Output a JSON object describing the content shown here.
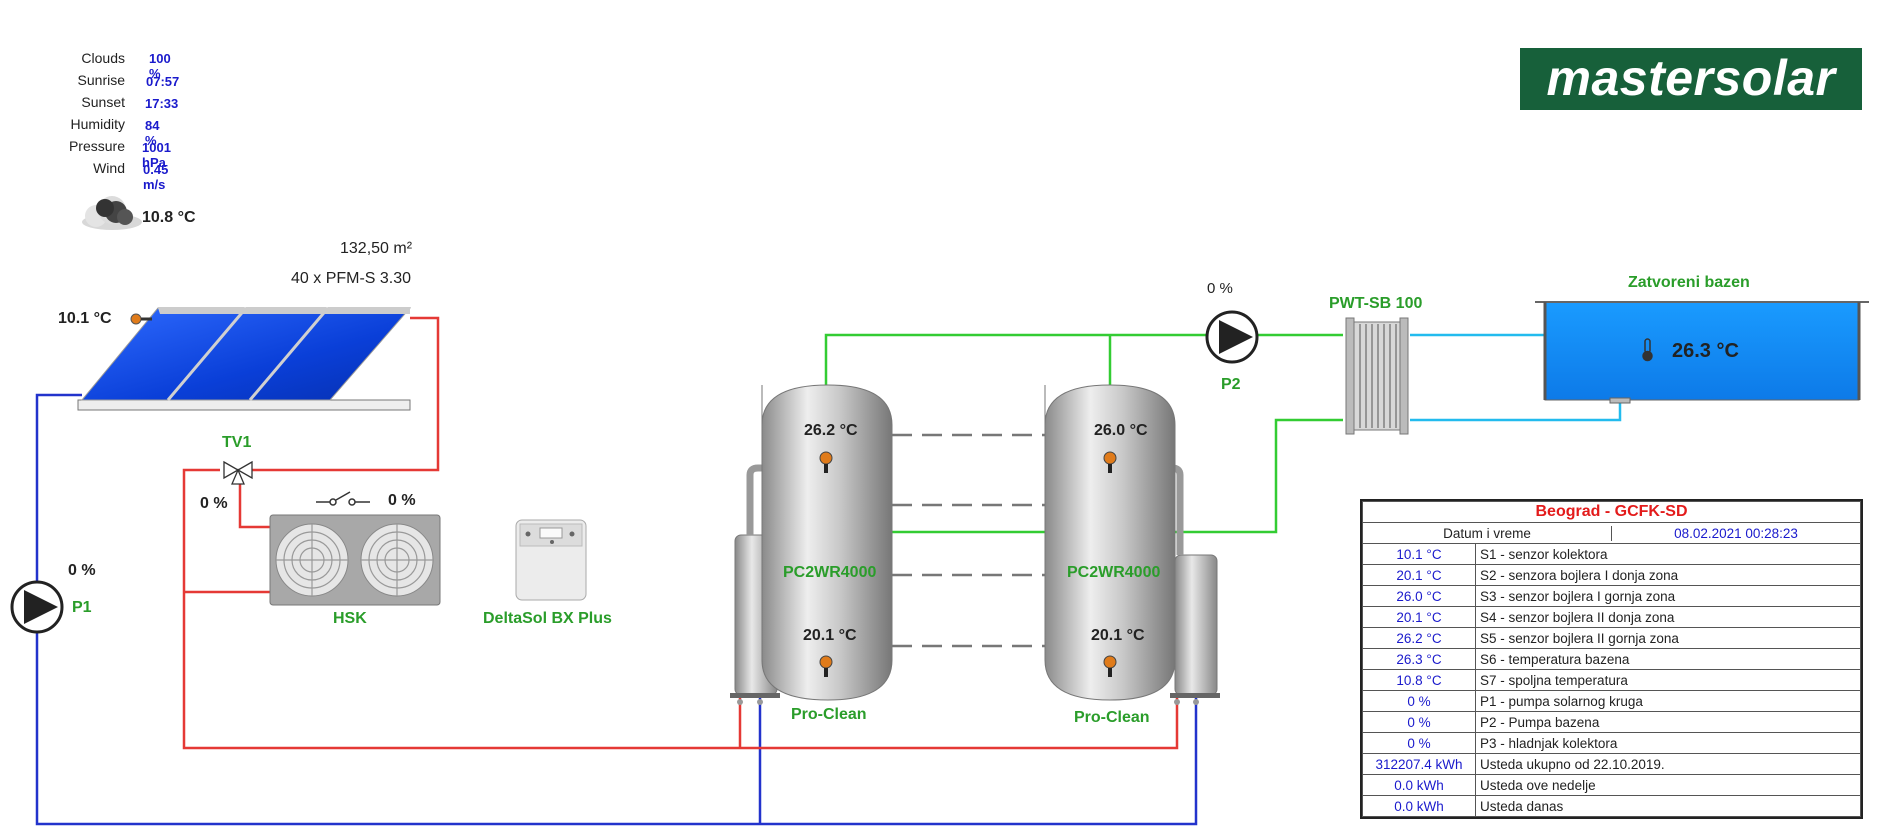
{
  "weather": {
    "rows": [
      {
        "label": "Clouds",
        "value": "100 %"
      },
      {
        "label": "Sunrise",
        "value": "07:57"
      },
      {
        "label": "Sunset",
        "value": "17:33"
      },
      {
        "label": "Humidity",
        "value": "84 %"
      },
      {
        "label": "Pressure",
        "value": "1001 hPa"
      },
      {
        "label": "Wind",
        "value": "0.45 m/s"
      }
    ],
    "temperature": "10.8 °C",
    "icon": "cloud-icon"
  },
  "logo": "mastersolar",
  "collector": {
    "area": "132,50 m²",
    "model": "40 x PFM-S 3.30",
    "temp": "10.1 °C"
  },
  "valve": {
    "name": "TV1",
    "value": "0 %"
  },
  "hsk": {
    "name": "HSK",
    "value": "0 %"
  },
  "controller": {
    "name": "DeltaSol BX Plus"
  },
  "pump1": {
    "name": "P1",
    "value": "0 %"
  },
  "pump2": {
    "name": "P2",
    "value": "0 %"
  },
  "tank1": {
    "model": "PC2WR4000",
    "top_temp": "26.2 °C",
    "bottom_temp": "20.1 °C",
    "label": "Pro-Clean"
  },
  "tank2": {
    "model": "PC2WR4000",
    "top_temp": "26.0 °C",
    "bottom_temp": "20.1 °C",
    "label": "Pro-Clean"
  },
  "exchanger": {
    "name": "PWT-SB 100"
  },
  "pool": {
    "name": "Zatvoreni bazen",
    "temp": "26.3 °C"
  },
  "info": {
    "title": "Beograd - GCFK-SD",
    "datetime_label": "Datum i vreme",
    "datetime_value": "08.02.2021 00:28:23",
    "rows": [
      {
        "value": "10.1 °C",
        "desc": "S1 - senzor kolektora"
      },
      {
        "value": "20.1 °C",
        "desc": "S2 - senzora bojlera I donja zona"
      },
      {
        "value": "26.0 °C",
        "desc": "S3 - senzor bojlera I gornja zona"
      },
      {
        "value": "20.1 °C",
        "desc": "S4 - senzor bojlera II donja zona"
      },
      {
        "value": "26.2 °C",
        "desc": "S5 - senzor bojlera II gornja zona"
      },
      {
        "value": "26.3 °C",
        "desc": "S6 - temperatura bazena"
      },
      {
        "value": "10.8 °C",
        "desc": "S7 - spoljna temperatura"
      },
      {
        "value": "0 %",
        "desc": "P1 - pumpa solarnog kruga"
      },
      {
        "value": "0 %",
        "desc": "P2 - Pumpa bazena"
      },
      {
        "value": "0 %",
        "desc": "P3 - hladnjak kolektora"
      },
      {
        "value": "312207.4 kWh",
        "desc": "Usteda ukupno od 22.10.2019."
      },
      {
        "value": "0.0 kWh",
        "desc": "Usteda ove nedelje"
      },
      {
        "value": "0.0 kWh",
        "desc": "Usteda danas"
      }
    ]
  },
  "colors": {
    "hot": "#e53935",
    "cold": "#2233cc",
    "green_pipe": "#33cc33",
    "pool_pipe": "#22bbee",
    "pool": "#1a8cff",
    "label_green": "#2a9d2a",
    "value_blue": "#1a1acc"
  }
}
